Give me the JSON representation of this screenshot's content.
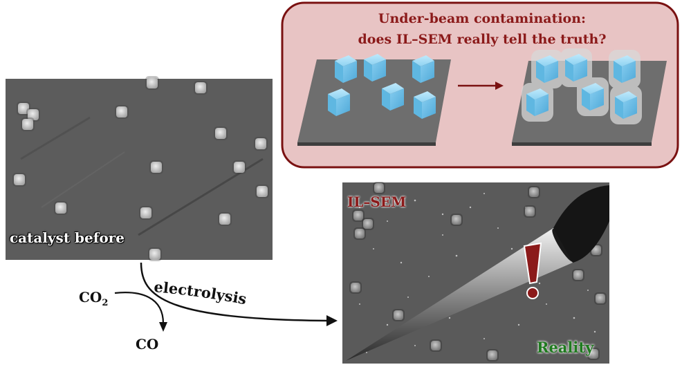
{
  "callout": {
    "title_line1": "Under-beam contamination:",
    "title_line2": "does IL–SEM really tell the truth?"
  },
  "sem_before": {
    "label": "catalyst before"
  },
  "sem_after": {
    "label_ilsem": "IL–SEM",
    "label_reality": "Reality"
  },
  "reaction": {
    "reactant": "CO",
    "reactant_subscript": "2",
    "product": "CO",
    "process": "electrolysis"
  },
  "colors": {
    "accent": "#8b1a1a",
    "callout_fill": "#e8c4c4",
    "reality_green": "#1f7a1f",
    "cube_blue": "#7cc8ea",
    "substrate_gray": "#6e6e6e"
  },
  "icons": [
    "arrow-right-icon",
    "exclamation-icon",
    "curved-arrow-icon"
  ]
}
